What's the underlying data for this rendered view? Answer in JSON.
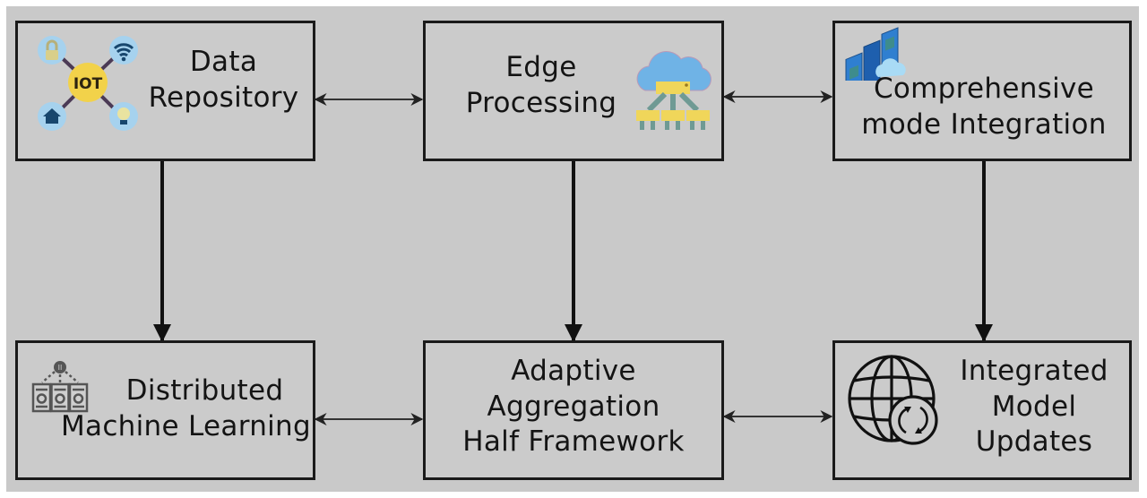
{
  "diagram": {
    "nodes": [
      {
        "id": "data-repository",
        "lines": [
          "Data",
          "Repository"
        ],
        "icon": "iot-hub-icon"
      },
      {
        "id": "edge-processing",
        "lines": [
          "Edge",
          "Processing"
        ],
        "icon": "cloud-network-icon"
      },
      {
        "id": "comprehensive-mode-integration",
        "lines": [
          "Comprehensive",
          "mode Integration"
        ],
        "icon": "server-cloud-icon"
      },
      {
        "id": "distributed-machine-learning",
        "lines": [
          "Distributed",
          "Machine Learning"
        ],
        "icon": "distributed-servers-icon"
      },
      {
        "id": "adaptive-aggregation",
        "lines": [
          "Adaptive",
          "Aggregation",
          "Half Framework"
        ],
        "icon": null
      },
      {
        "id": "integrated-model-updates",
        "lines": [
          "Integrated",
          "Model",
          "Updates"
        ],
        "icon": "globe-sync-icon"
      }
    ],
    "edges": [
      {
        "from": "data-repository",
        "to": "edge-processing",
        "type": "bidirectional"
      },
      {
        "from": "edge-processing",
        "to": "comprehensive-mode-integration",
        "type": "bidirectional"
      },
      {
        "from": "distributed-machine-learning",
        "to": "adaptive-aggregation",
        "type": "bidirectional"
      },
      {
        "from": "adaptive-aggregation",
        "to": "integrated-model-updates",
        "type": "bidirectional"
      },
      {
        "from": "data-repository",
        "to": "distributed-machine-learning",
        "type": "directed"
      },
      {
        "from": "edge-processing",
        "to": "adaptive-aggregation",
        "type": "directed"
      },
      {
        "from": "comprehensive-mode-integration",
        "to": "integrated-model-updates",
        "type": "directed"
      }
    ],
    "iot_badge_text": "IOT",
    "colors": {
      "background": "#c9c9c9",
      "box_border": "#1a1a1a",
      "iot_yellow": "#f2d24a",
      "icon_circle_blue": "#9fd0ee",
      "cloud_blue": "#6fb3e6",
      "node_yellow": "#f0d65a",
      "server_blue": "#2f7fd0"
    }
  }
}
